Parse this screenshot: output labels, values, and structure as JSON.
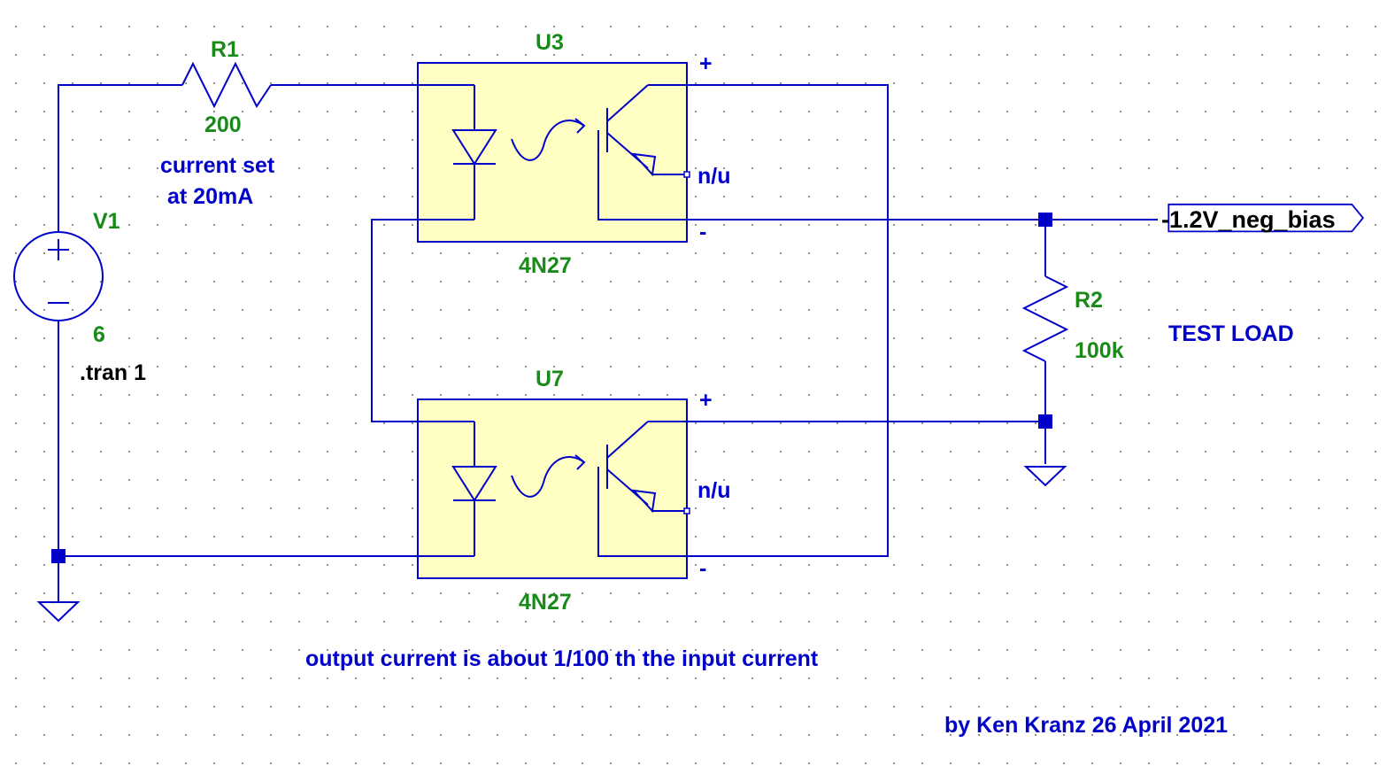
{
  "components": {
    "r1": {
      "ref": "R1",
      "value": "200"
    },
    "r2": {
      "ref": "R2",
      "value": "100k"
    },
    "v1": {
      "ref": "V1",
      "value": "6"
    },
    "u3": {
      "ref": "U3",
      "part": "4N27"
    },
    "u7": {
      "ref": "U7",
      "part": "4N27"
    }
  },
  "pins": {
    "plus": "+",
    "minus": "-",
    "nu": "n/u"
  },
  "directives": {
    "tran": ".tran 1"
  },
  "net_labels": {
    "neg_bias": "-1.2V_neg_bias"
  },
  "notes": {
    "current_set_1": "current set",
    "current_set_2": "at 20mA",
    "test_load": "TEST LOAD",
    "output_note": "output current is about 1/100 th the input current",
    "author": "by Ken Kranz 26 April 2021"
  },
  "colors": {
    "wire": "#0000c8",
    "component_label": "#1a8a1a",
    "optocoupler_fill": "#ffffc4",
    "background": "#ffffff"
  }
}
